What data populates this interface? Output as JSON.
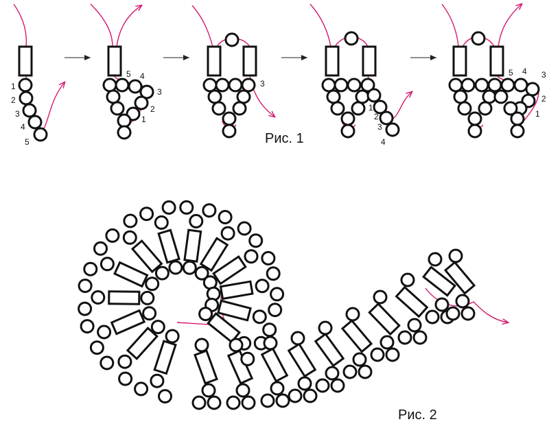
{
  "figure1": {
    "caption": "Рис. 1",
    "steps": [
      {
        "labels": [
          "1",
          "2",
          "3",
          "4",
          "5"
        ]
      },
      {
        "labels": [
          "5",
          "4",
          "3",
          "2",
          "1"
        ]
      },
      {
        "labels": [
          "3"
        ]
      },
      {
        "labels": [
          "1",
          "2",
          "3",
          "4"
        ]
      },
      {
        "labels": [
          "5",
          "4",
          "3",
          "2",
          "1"
        ]
      }
    ]
  },
  "figure2": {
    "caption": "Рис. 2"
  },
  "colors": {
    "thread": "#d4196f",
    "bead_outline": "#111111"
  },
  "icons": [
    "step-arrow-icon",
    "thread-arrow-icon"
  ]
}
